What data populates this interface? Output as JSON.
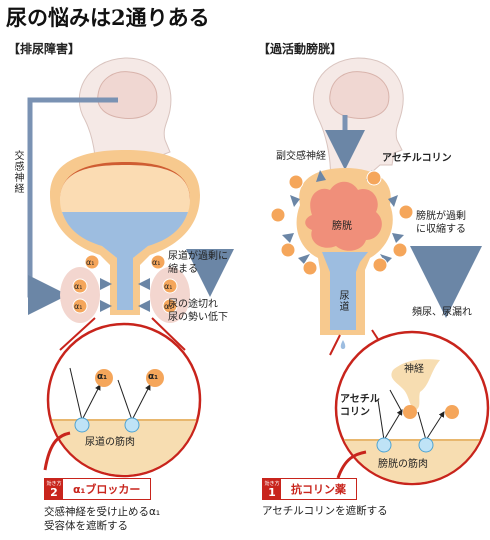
{
  "title": "尿の悩みは2通りある",
  "left": {
    "heading": "【排尿障害】",
    "nerve_label": "交感神経",
    "receptor": "α₁",
    "urethra_note": "尿道が過剰に\n縮まる",
    "result": "尿の途切れ\n尿の勢い低下",
    "muscle_label": "尿道の筋肉",
    "treatment": {
      "kicker": "効き方",
      "number": "2",
      "name": "α₁ブロッカー"
    },
    "caption": "交感神経を受け止めるα₁\n受容体を遮断する"
  },
  "right": {
    "heading": "【過活動膀胱】",
    "nerve_label": "副交感神経",
    "transmitter_label": "アセチルコリン",
    "bladder_label": "膀胱",
    "urethra_label": "尿道",
    "contract_note": "膀胱が過剰\nに収縮する",
    "result": "頻尿、尿漏れ",
    "zoom_nerve_label": "神経",
    "zoom_ach_label": "アセチル\nコリン",
    "muscle_label": "膀胱の筋肉",
    "treatment": {
      "kicker": "効き方",
      "number": "1",
      "name": "抗コリン薬"
    },
    "caption": "アセチルコリンを遮断する"
  },
  "colors": {
    "accent": "#c8241c",
    "arrow": "#6b86a6",
    "tissue": "#f7c98e",
    "urine": "#9dbde0",
    "head": "#f0d7d2"
  }
}
